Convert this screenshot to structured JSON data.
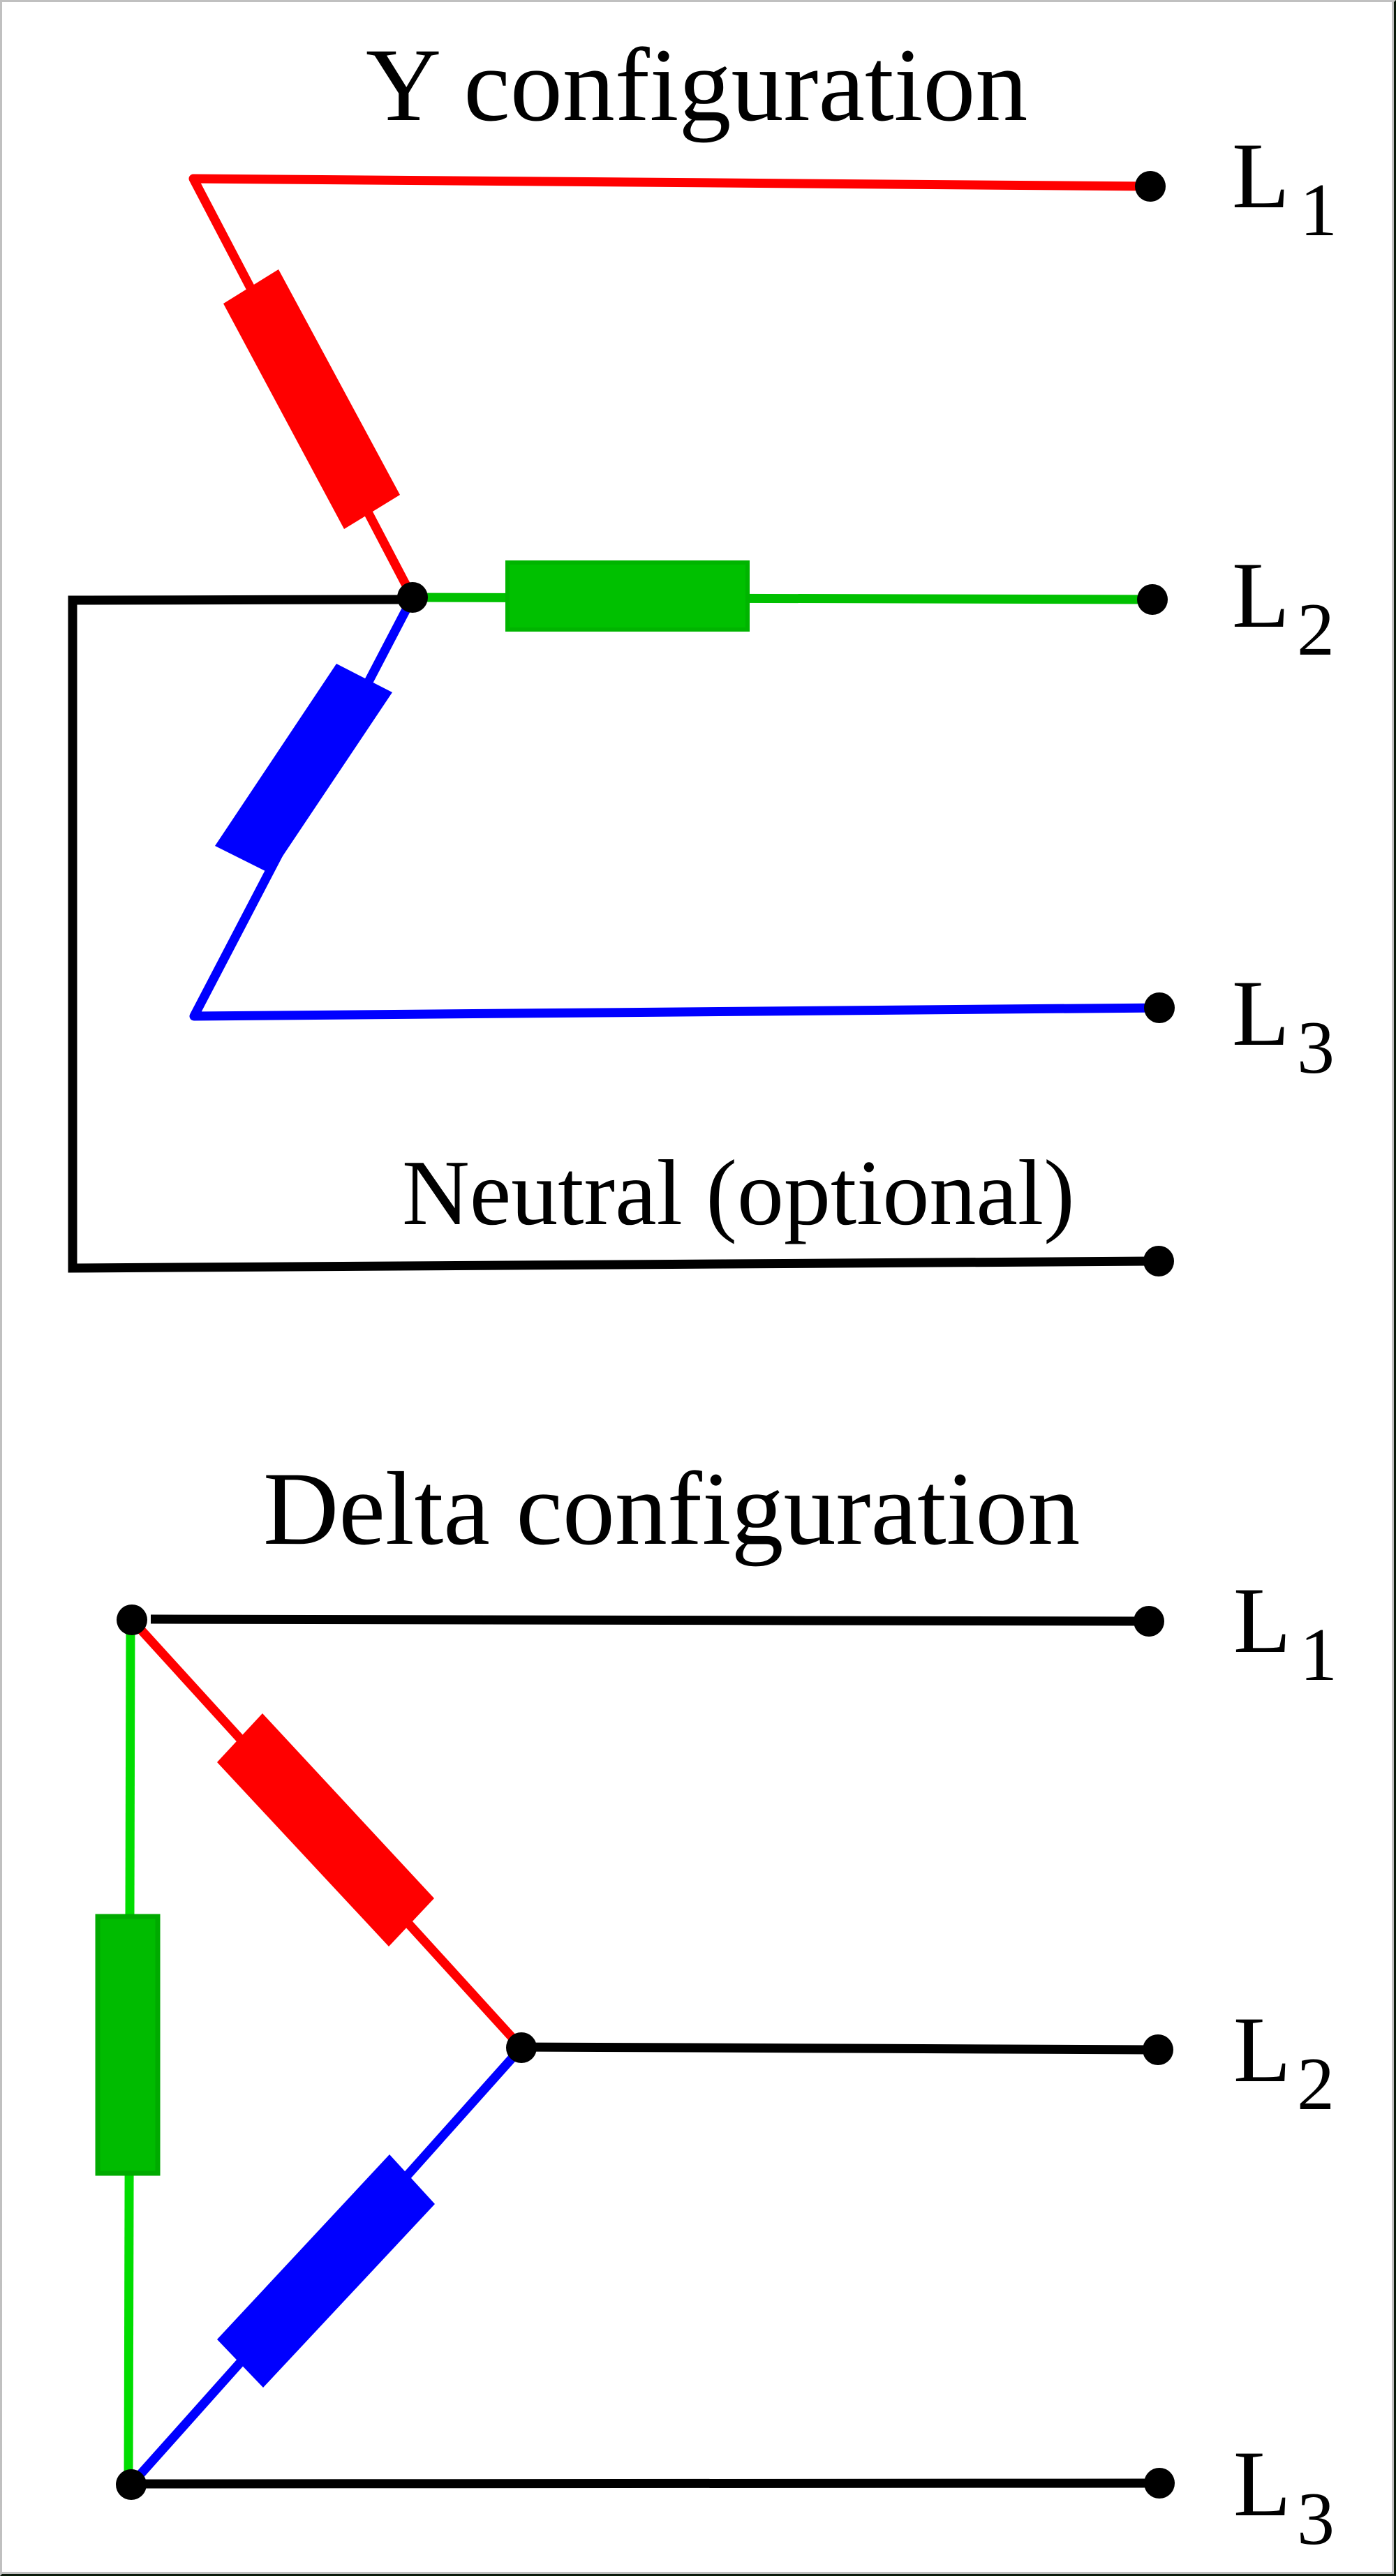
{
  "colors": {
    "phase1": "#ff0000",
    "phase2": "#00c000",
    "phase2_wire_delta": "#00dd00",
    "phase2_border": "#00aa00",
    "phase3": "#0000ff",
    "neutral": "#000000",
    "line": "#000000",
    "node": "#000000",
    "background": "#ffffff",
    "frame": "#c0c0c0"
  },
  "y_config": {
    "title": "Y configuration",
    "neutral_label": "Neutral (optional)",
    "lines": [
      {
        "letter": "L",
        "subscript": "1",
        "phase": "phase1"
      },
      {
        "letter": "L",
        "subscript": "2",
        "phase": "phase2"
      },
      {
        "letter": "L",
        "subscript": "3",
        "phase": "phase3"
      }
    ]
  },
  "delta_config": {
    "title": "Delta configuration",
    "lines": [
      {
        "letter": "L",
        "subscript": "1"
      },
      {
        "letter": "L",
        "subscript": "2"
      },
      {
        "letter": "L",
        "subscript": "3"
      }
    ]
  }
}
